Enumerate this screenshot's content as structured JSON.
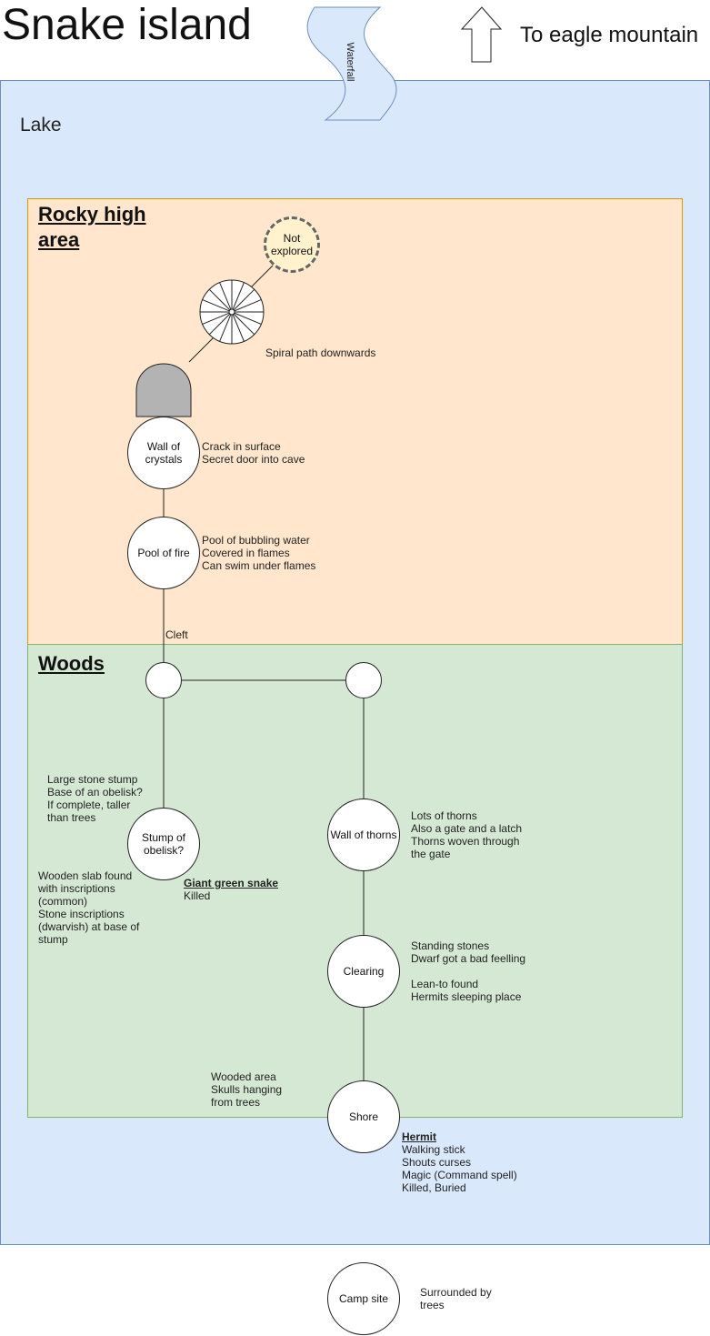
{
  "title": "Snake island",
  "eagle_label": "To eagle mountain",
  "waterfall_label": "Waterfall",
  "lake_label": "Lake",
  "regions": {
    "rocky": "Rocky high area",
    "woods": "Woods"
  },
  "nodes": {
    "not_explored": "Not explored",
    "wall_of_crystals": "Wall of crystals",
    "pool_of_fire": "Pool of fire",
    "stump": "Stump of obelisk?",
    "wall_of_thorns": "Wall of thorns",
    "clearing": "Clearing",
    "shore": "Shore",
    "camp": "Camp site"
  },
  "notes": {
    "spiral": "Spiral path downwards",
    "crystals": [
      "Crack in surface",
      "Secret door into cave"
    ],
    "pool": [
      "Pool of bubbling water",
      "Covered in flames",
      "Can swim under flames"
    ],
    "cleft": "Cleft",
    "stump_top": [
      "Large stone stump",
      "Base of an obelisk?",
      "If complete, taller",
      "than trees"
    ],
    "stump_left": [
      "Wooden slab found",
      "with inscriptions",
      "(common)",
      "Stone inscriptions",
      "(dwarvish) at base of",
      "stump"
    ],
    "snake_title": "Giant green snake",
    "snake_lines": [
      "Killed"
    ],
    "thorns": [
      "Lots of thorns",
      "Also a gate and a latch",
      "Thorns woven through",
      "the gate"
    ],
    "clearing": [
      "Standing stones",
      "Dwarf got a bad feelling",
      "",
      "Lean-to found",
      "Hermits sleeping place"
    ],
    "wooded": [
      "Wooded area",
      "Skulls hanging",
      "from trees"
    ],
    "hermit_title": "Hermit",
    "hermit_lines": [
      "Walking stick",
      "Shouts curses",
      "Magic (Command spell)",
      "Killed, Buried"
    ],
    "camp": [
      "Surrounded by",
      "trees"
    ]
  },
  "colors": {
    "lake_fill": "#dae8fc",
    "lake_stroke": "#6c8ebf",
    "rocky_fill": "#ffe6cc",
    "rocky_stroke": "#d79b00",
    "woods_fill": "#d5e8d4",
    "woods_stroke": "#82b366",
    "unexplored_fill": "#fff2cc",
    "cave_fill": "#b3b3b3"
  },
  "icons": [
    "up-arrow-icon",
    "waterfall-shape",
    "spiral-wheel-icon",
    "cave-entrance-icon"
  ]
}
